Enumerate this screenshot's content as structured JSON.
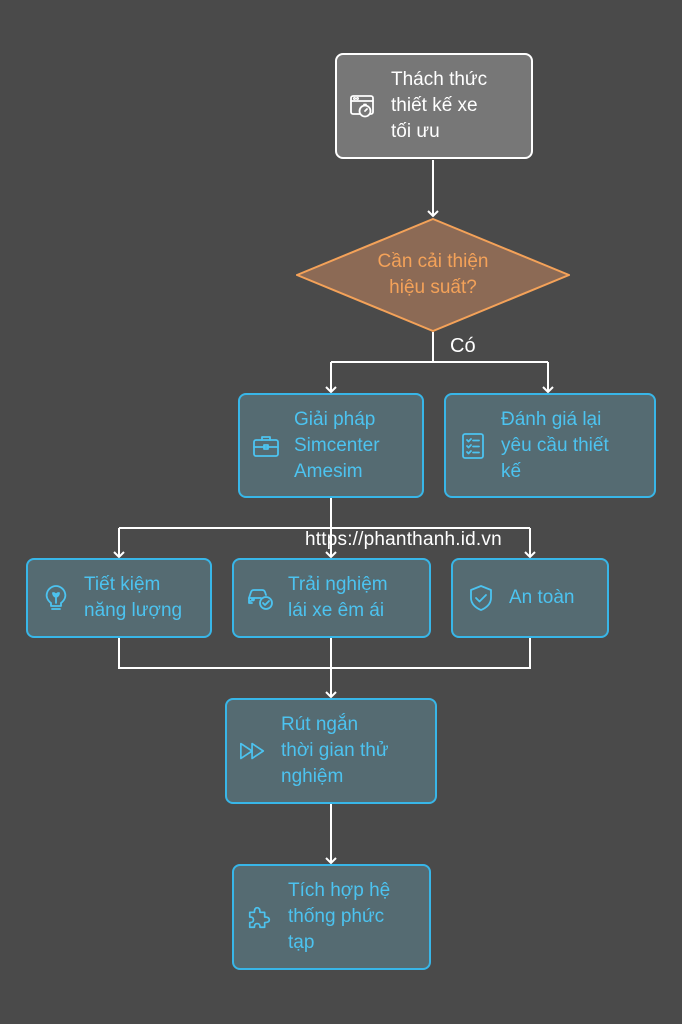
{
  "nodes": {
    "start": {
      "label": "Thách thức\nthiết kế xe\ntối ưu",
      "icon": "browser-stopwatch-icon"
    },
    "decision": {
      "label": "Cần cải thiện\nhiệu suất?"
    },
    "simcenter": {
      "label": "Giải pháp\nSimcenter\nAmesim",
      "icon": "briefcase-icon"
    },
    "reassess": {
      "label": "Đánh giá lại\nyêu cầu thiết\nkế",
      "icon": "checklist-icon"
    },
    "energy": {
      "label": "Tiết kiệm\nnăng lượng",
      "icon": "lightbulb-leaf-icon"
    },
    "driving": {
      "label": "Trải nghiệm\nlái xe êm ái",
      "icon": "car-check-icon"
    },
    "safety": {
      "label": "An toàn",
      "icon": "shield-check-icon"
    },
    "testing": {
      "label": "Rút ngắn\nthời gian thử\nnghiệm",
      "icon": "fast-forward-icon"
    },
    "integration": {
      "label": "Tích hợp hệ\nthống phức\ntạp",
      "icon": "puzzle-icon"
    }
  },
  "edges": {
    "yes_label": "Có"
  },
  "watermark": "https://phanthanh.id.vn",
  "colors": {
    "background": "#4a4a4a",
    "start_fill": "#777777",
    "node_fill": "#556b72",
    "node_border": "#38b6e8",
    "node_text": "#4cc3f0",
    "decision_fill": "#8c6a55",
    "decision_border": "#f4a259",
    "decision_text": "#f4a259",
    "connector": "#ffffff"
  }
}
